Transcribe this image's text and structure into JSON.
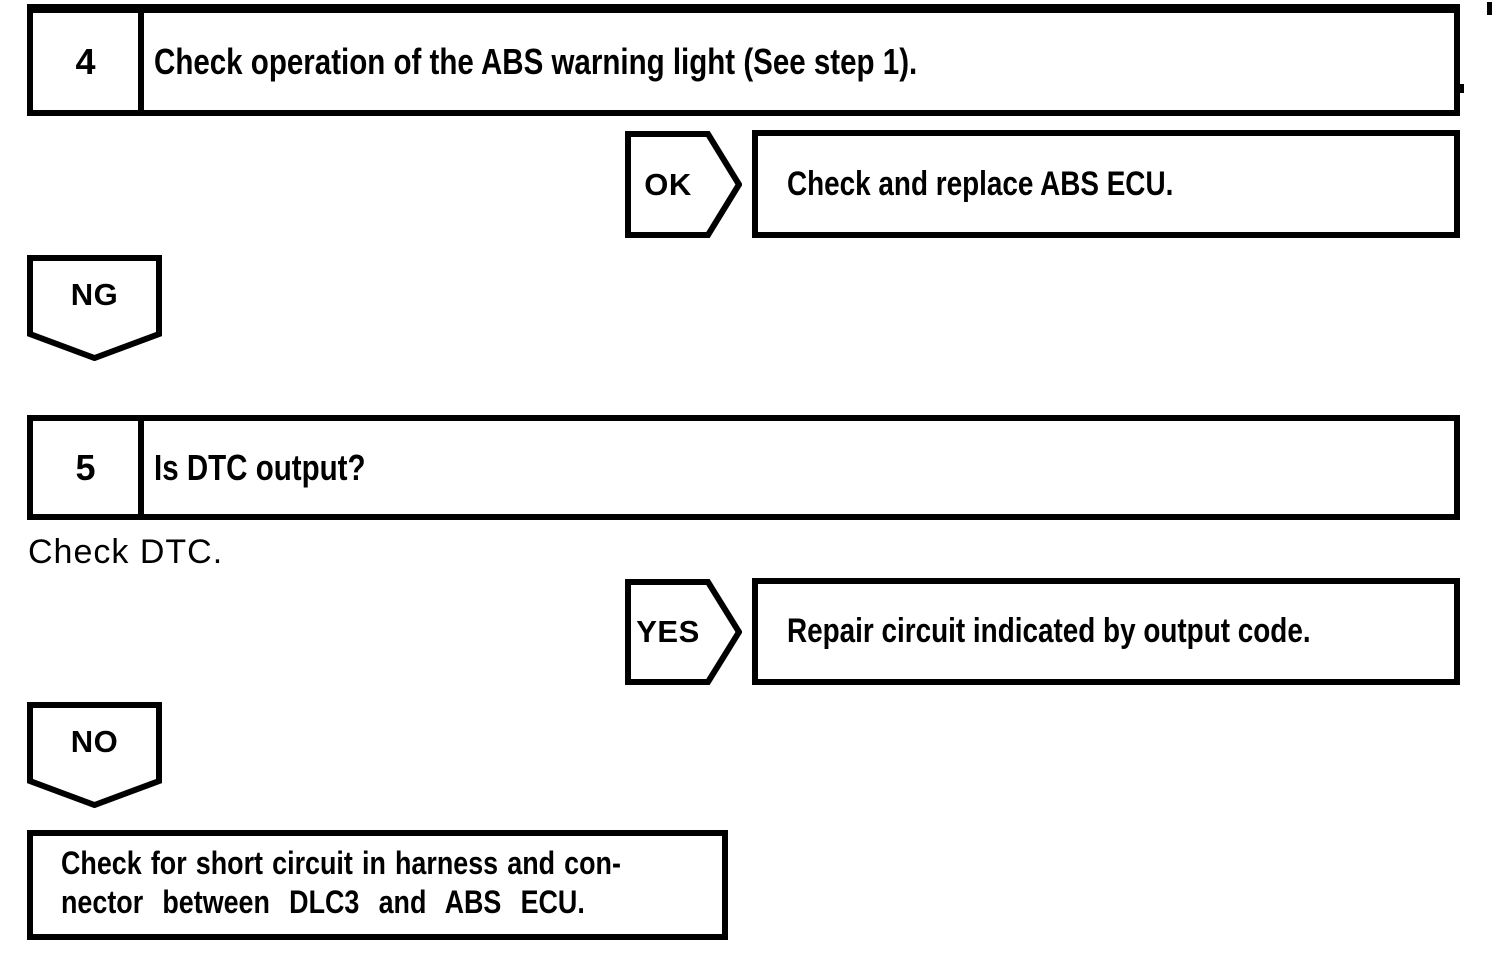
{
  "page": {
    "ink_color": "#000000",
    "paper_color": "#ffffff"
  },
  "step4": {
    "number": "4",
    "title": "Check operation of the ABS warning light (See step 1).",
    "ok": {
      "label": "OK",
      "action": "Check and replace ABS ECU."
    },
    "ng": {
      "label": "NG"
    }
  },
  "step5": {
    "number": "5",
    "title": "Is DTC output?",
    "instruction": "Check DTC.",
    "yes": {
      "label": "YES",
      "action": "Repair circuit indicated by output code."
    },
    "no": {
      "label": "NO",
      "action_line1": "Check for short circuit in harness and con-",
      "action_line2": "nector between DLC3 and ABS ECU."
    }
  }
}
